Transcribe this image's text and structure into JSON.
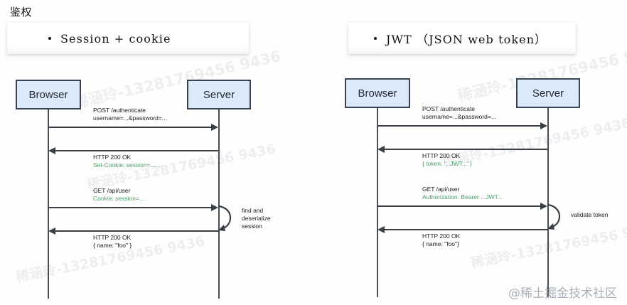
{
  "slide": {
    "title": "鉴权"
  },
  "sections": [
    {
      "id": "session-cookie",
      "bullet": "Session + cookie",
      "actors": {
        "left": "Browser",
        "right": "Server"
      },
      "messages": [
        {
          "dir": "right",
          "line1": "POST /authenticate",
          "line2": "username=...&password=...",
          "line2_color": "dark"
        },
        {
          "dir": "left",
          "line1": "HTTP 200 OK",
          "line2": "Set-Cookie: session=......",
          "line2_color": "green"
        },
        {
          "dir": "right",
          "line1": "GET /api/user",
          "line2": "Cookie: session=....",
          "line2_color": "green"
        },
        {
          "dir": "left",
          "line1": "HTTP 200 OK",
          "line2": "{ name: \"foo\" }",
          "line2_color": "dark"
        }
      ],
      "self_loop": "find and\ndeserialize\nsession"
    },
    {
      "id": "jwt",
      "bullet": "JWT （JSON web token）",
      "actors": {
        "left": "Browser",
        "right": "Server"
      },
      "messages": [
        {
          "dir": "right",
          "line1": "POST /authenticate",
          "line2": "username=...&password=...",
          "line2_color": "dark"
        },
        {
          "dir": "left",
          "line1": "HTTP 200 OK",
          "line2": "{ token: '...JWT...' }",
          "line2_color": "green"
        },
        {
          "dir": "right",
          "line1": "GET /api/user",
          "line2": "Authorization: Bearer ...JWT...",
          "line2_color": "green"
        },
        {
          "dir": "left",
          "line1": "HTTP 200 OK",
          "line2": "{ name: \"foo\"}",
          "line2_color": "dark"
        }
      ],
      "self_loop": "validate token"
    }
  ],
  "watermarks": {
    "phone": "稀涵玲-13281769456 9436",
    "brand": "@稀土掘金技术社区"
  },
  "colors": {
    "node_fill": "#dbeafb",
    "node_border": "#3b4551",
    "line": "#3a3f46",
    "green_text": "#4e9c6a",
    "background": "#fefefe"
  }
}
